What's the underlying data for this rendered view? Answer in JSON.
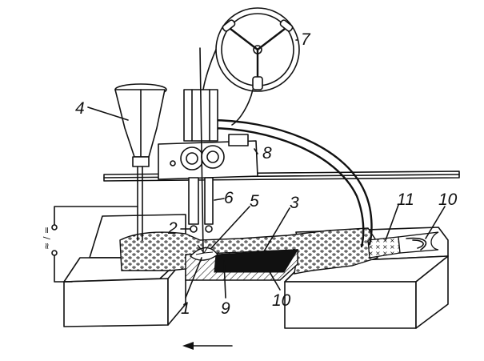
{
  "diagram": {
    "callouts": [
      {
        "id": "c1",
        "text": "1"
      },
      {
        "id": "c2",
        "text": "2"
      },
      {
        "id": "c3",
        "text": "3"
      },
      {
        "id": "c4",
        "text": "4"
      },
      {
        "id": "c5",
        "text": "5"
      },
      {
        "id": "c6",
        "text": "6"
      },
      {
        "id": "c7",
        "text": "7"
      },
      {
        "id": "c8",
        "text": "8"
      },
      {
        "id": "c9",
        "text": "9"
      },
      {
        "id": "c10a",
        "text": "10"
      },
      {
        "id": "c10b",
        "text": "10"
      },
      {
        "id": "c11",
        "text": "11"
      }
    ],
    "power_symbol": "≈ / =",
    "direction": "welding-direction-left",
    "colors": {
      "ink": "#111111",
      "paper": "#ffffff"
    }
  }
}
